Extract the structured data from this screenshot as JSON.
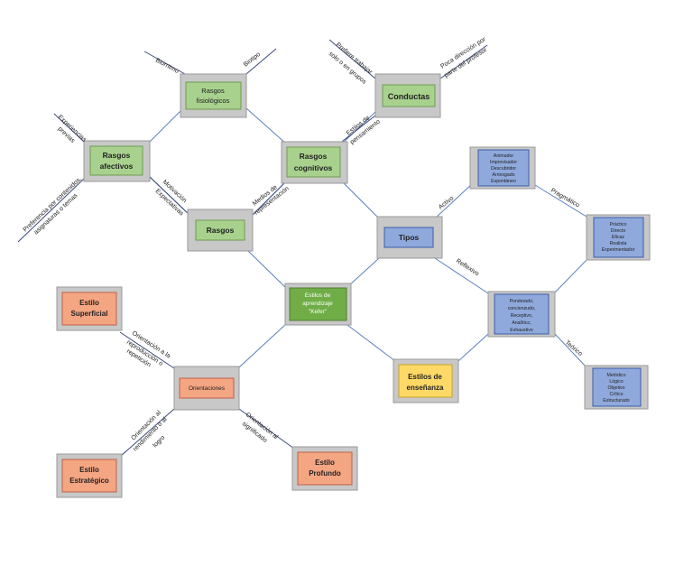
{
  "nodes": {
    "rasgos_fisiologicos": "Rasgos fisiológicos",
    "conductas": "Conductas",
    "rasgos_afectivos": "Rasgos afectivos",
    "rasgos_cognitivos": "Rasgos cognitivos",
    "rasgos": "Rasgos",
    "tipos": "Tipos",
    "estilos_kefer": "Estilos de aprendizaje \"Kefer\"",
    "activo_list": "Animador Improvisador Descubridor Arriesgado Espontáneo",
    "pragmatico_list": "Práctico Directo Eficaz Realista Experimentador",
    "reflexivo_list": "Ponderado, concienzudo, Receptivo, Analítico, Exhaustivo",
    "teorico_list": "Metódico Lógico Objetivo Crítico Estructurado",
    "estilos_ensenanza": "Estilos de enseñanza",
    "estilo_superficial": "Estilo Superficial",
    "orientaciones": "Orientaciones",
    "estilo_estrategico": "Estilo Estratégico",
    "estilo_profundo": "Estilo Profundo"
  },
  "edge_labels": {
    "biorritmo": "Biorritmo",
    "biotipo": "Biotipo",
    "prefiere_trabajar": "Prefiere trabajar solo o en grupos",
    "poca_direccion": "Poca dirección por parte del profesor",
    "estilos_pensamiento": "Estilos de pensamiento",
    "experiencias_previas": "Experiencias previas",
    "preferencia": "Preferencia por contenidos, asignaturas o temas",
    "motivacion": "Motivación Expectativas",
    "modelo_representacion": "Medios de representación",
    "activo": "Activo",
    "pragmatico": "Pragmático",
    "reflexivo": "Reflexivo",
    "teorico": "Teórico",
    "orient_reproduccion": "Orientación a la reproducción o repetición",
    "orient_rendimiento": "Orientación al rendimiento o al logro",
    "orient_significado": "Orientación al significado"
  },
  "colors": {
    "green_fill": "#a9d18e",
    "green_border": "#6e9c4f",
    "green_dark_fill": "#70ad47",
    "blue_fill": "#8fa9dc",
    "blue_border": "#3d5da8",
    "orange_fill": "#f4a582",
    "orange_border": "#c0604a",
    "yellow_fill": "#ffd966",
    "yellow_border": "#c9a227",
    "connector": "#5b7fbf"
  }
}
